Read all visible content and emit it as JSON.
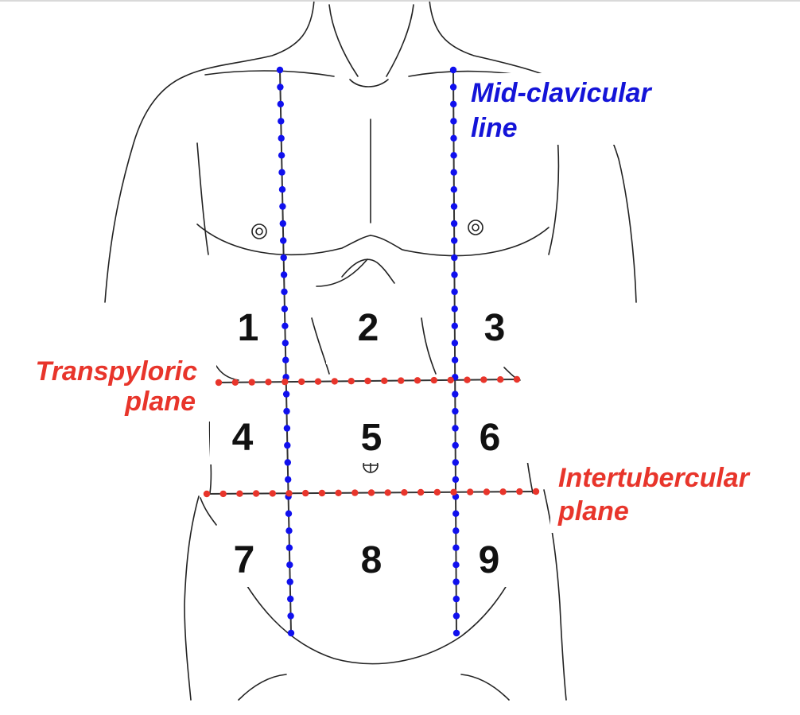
{
  "colors": {
    "vertical_line": "#1010ee",
    "horizontal_line": "#e8352b",
    "label_blue": "#1414d8",
    "label_red": "#e8352b",
    "outline": "#222222"
  },
  "labels": {
    "midclavicular": {
      "line1": "Mid-clavicular",
      "line2": "line"
    },
    "transpyloric": {
      "line1": "Transpyloric",
      "line2": "plane"
    },
    "intertubercular": {
      "line1": "Intertubercular",
      "line2": "plane"
    }
  },
  "regions": [
    {
      "number": "1"
    },
    {
      "number": "2"
    },
    {
      "number": "3"
    },
    {
      "number": "4"
    },
    {
      "number": "5"
    },
    {
      "number": "6"
    },
    {
      "number": "7"
    },
    {
      "number": "8"
    },
    {
      "number": "9"
    }
  ]
}
